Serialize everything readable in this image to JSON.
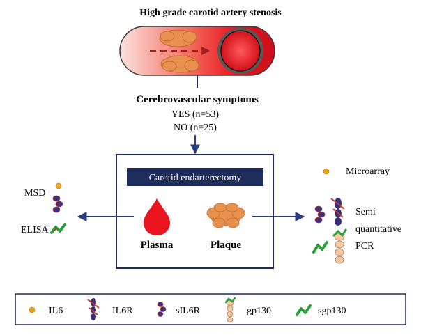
{
  "title": "High grade carotid artery stenosis",
  "symptoms": {
    "heading": "Cerebrovascular symptoms",
    "yes": "YES (n=53)",
    "no": "NO (n=25)"
  },
  "procedure": {
    "label": "Carotid endarterectomy",
    "plasma": "Plasma",
    "plaque": "Plaque"
  },
  "left_methods": {
    "msd": "MSD",
    "elisa": "ELISA"
  },
  "right_methods": {
    "microarray": "Microarray",
    "pcr_line1": "Semi",
    "pcr_line2": "quantitative",
    "pcr_line3": "PCR"
  },
  "legend": {
    "il6": "IL6",
    "il6r": "IL6R",
    "sil6r": "sIL6R",
    "gp130": "gp130",
    "sgp130": "sgp130"
  },
  "colors": {
    "navy": "#1f2d5c",
    "arrow": "#2b3d7a",
    "blood": "#e8141e",
    "plaque": "#e8904e",
    "il6": "#f2a51c",
    "receptor": "#3a2f7a",
    "receptor_red": "#c0392b",
    "green": "#2e9e3a",
    "gp130_fill": "#f3c9a8"
  }
}
